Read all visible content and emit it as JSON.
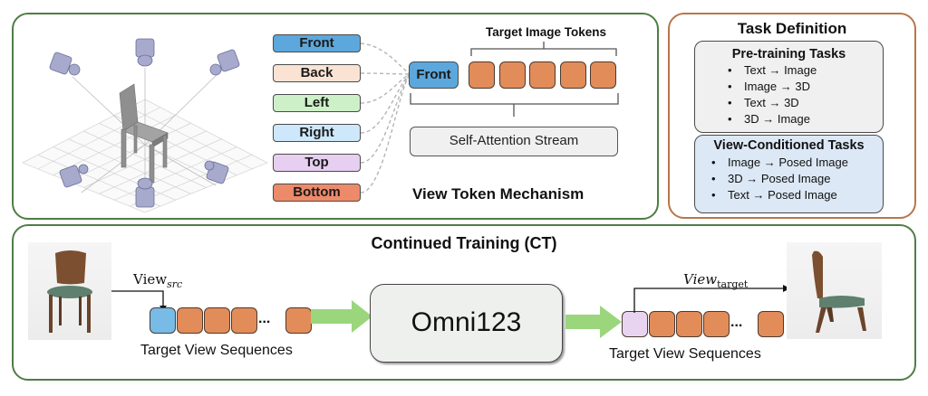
{
  "view_token_panel": {
    "title": "View Token Mechanism",
    "view_tokens": [
      {
        "label": "Front",
        "color": "#5ca8dc"
      },
      {
        "label": "Back",
        "color": "#fbe3d4"
      },
      {
        "label": "Left",
        "color": "#cdf0c8"
      },
      {
        "label": "Right",
        "color": "#cde8fa"
      },
      {
        "label": "Top",
        "color": "#e6cff0"
      },
      {
        "label": "Bottom",
        "color": "#ec8a6a"
      }
    ],
    "selected_token": "Front",
    "target_tokens_label": "Target Image Tokens",
    "target_token_count": 5,
    "stream_label": "Self-Attention Stream"
  },
  "task_definition": {
    "title": "Task Definition",
    "pretraining": {
      "title": "Pre-training Tasks",
      "items": [
        "Text  → Image",
        "Image → 3D",
        "Text → 3D",
        "3D → Image"
      ]
    },
    "view_conditioned": {
      "title": "View-Conditioned Tasks",
      "items": [
        "Image → Posed Image",
        "3D → Posed Image",
        "Text → Posed Image"
      ]
    }
  },
  "continued_training": {
    "title": "Continued Training (CT)",
    "model_label": "Omni123",
    "src_label_main": "View",
    "src_label_sub": "src",
    "target_label_main": "View",
    "target_label_sub": "target",
    "left_sequence_label": "Target View Sequences",
    "right_sequence_label": "Target View Sequences",
    "ellipsis": "...",
    "colors": {
      "src_token": "#78bbe6",
      "target_token": "#e8d4f0",
      "image_token": "#e28c5a",
      "arrow": "#9bd67d"
    }
  }
}
